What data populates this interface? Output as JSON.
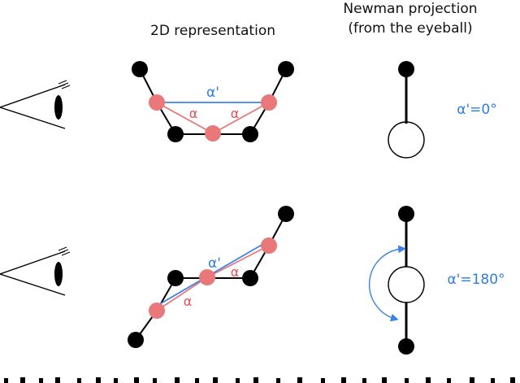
{
  "headings": {
    "representation": "2D representation",
    "newman_line1": "Newman projection",
    "newman_line2": "(from the eyeball)"
  },
  "labels": {
    "alpha_prime": "α'",
    "alpha": "α",
    "top_value": "α'=0°",
    "bottom_value": "α'=180°"
  },
  "colors": {
    "atom": "#000000",
    "highlight_atom": "#e8787a",
    "alpha_line": "#e8787a",
    "alpha_prime_line": "#3b82e8",
    "alpha_text": "#e0525a",
    "alpha_prime_text": "#2f7de1"
  },
  "icons": [
    "eyeball-icon",
    "rotation-arrow-icon"
  ]
}
